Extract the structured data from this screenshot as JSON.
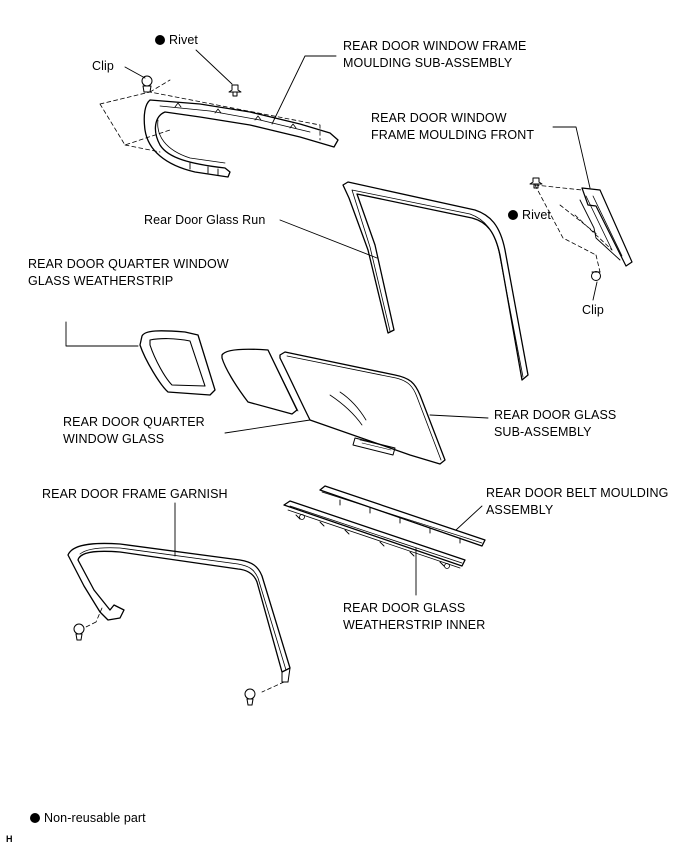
{
  "labels": {
    "rivet_top": "Rivet",
    "clip_top": "Clip",
    "frame_moulding_sub": [
      "REAR DOOR WINDOW FRAME",
      "MOULDING SUB-ASSEMBLY"
    ],
    "frame_moulding_front": [
      "REAR DOOR WINDOW",
      "FRAME MOULDING FRONT"
    ],
    "rivet_right": "Rivet",
    "clip_right": "Clip",
    "glass_run": "Rear Door Glass Run",
    "quarter_weatherstrip": [
      "REAR DOOR QUARTER WINDOW",
      "GLASS WEATHERSTRIP"
    ],
    "quarter_glass": [
      "REAR DOOR QUARTER",
      "WINDOW GLASS"
    ],
    "glass_sub": [
      "REAR DOOR GLASS",
      "SUB-ASSEMBLY"
    ],
    "frame_garnish": "REAR DOOR FRAME GARNISH",
    "belt_moulding": [
      "REAR DOOR BELT MOULDING",
      "ASSEMBLY"
    ],
    "glass_weatherstrip_inner": [
      "REAR DOOR GLASS",
      "WEATHERSTRIP INNER"
    ]
  },
  "legend": {
    "symbol": "filled-circle",
    "text": "Non-reusable part"
  },
  "figure_tag": "H"
}
